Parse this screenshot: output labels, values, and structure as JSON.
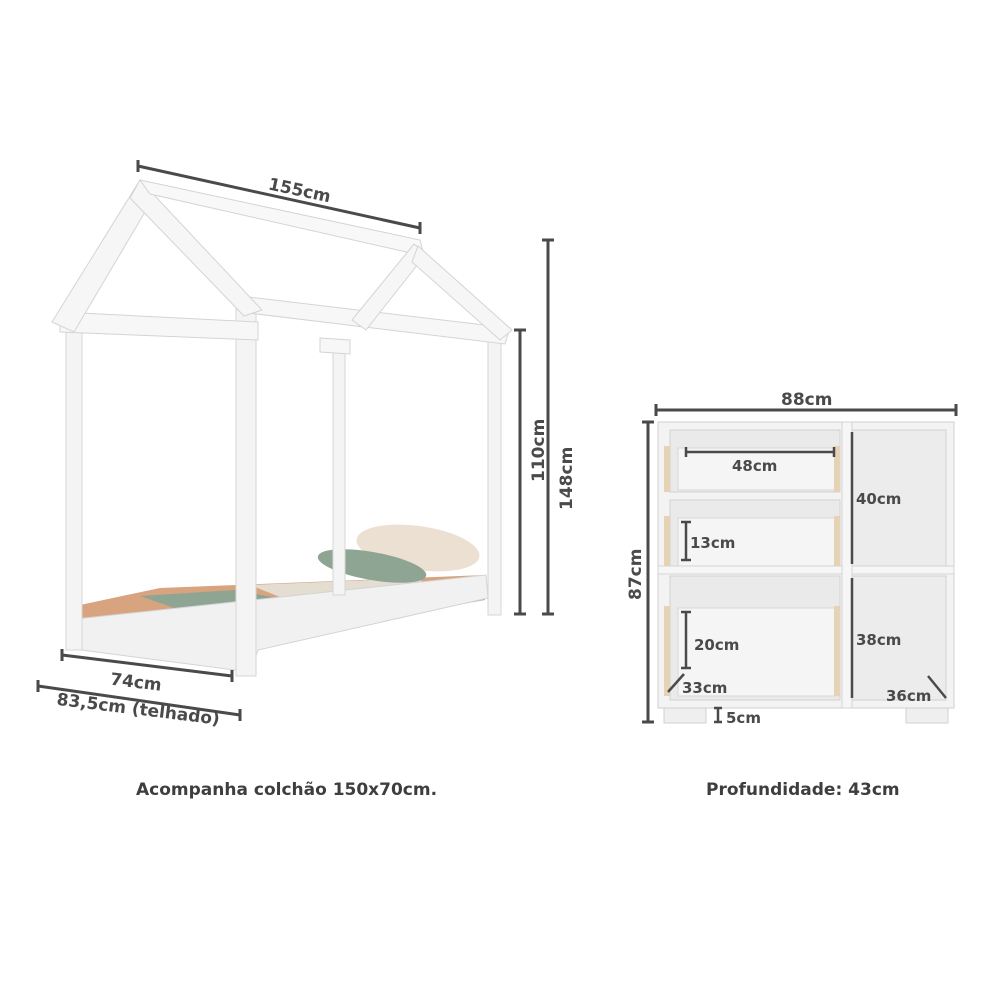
{
  "bed": {
    "width_label": "155cm",
    "height_label": "148cm",
    "wall_height_label": "110cm",
    "depth_label": "74cm",
    "roof_depth_label": "83,5cm (telhado)",
    "caption": "Acompanha colchão 150x70cm."
  },
  "cabinet": {
    "width_label": "88cm",
    "height_label": "87cm",
    "drawer_width_label": "48cm",
    "drawer_height_label": "13cm",
    "niche_height_label": "40cm",
    "lower_height_label": "20cm",
    "lower_niche_height_label": "38cm",
    "lower_depth_label": "33cm",
    "niche_depth_label": "36cm",
    "feet_label": "5cm",
    "caption": "Profundidade: 43cm"
  },
  "colors": {
    "dimension_line": "#4a4a4a",
    "furniture": "#f4f4f4",
    "furniture_edge": "#d4d4d4",
    "mattress": "#d8a37f",
    "blanket": "#8fa593",
    "pillow": "#ebe0d2",
    "wood_edge": "#e6d3b3"
  }
}
